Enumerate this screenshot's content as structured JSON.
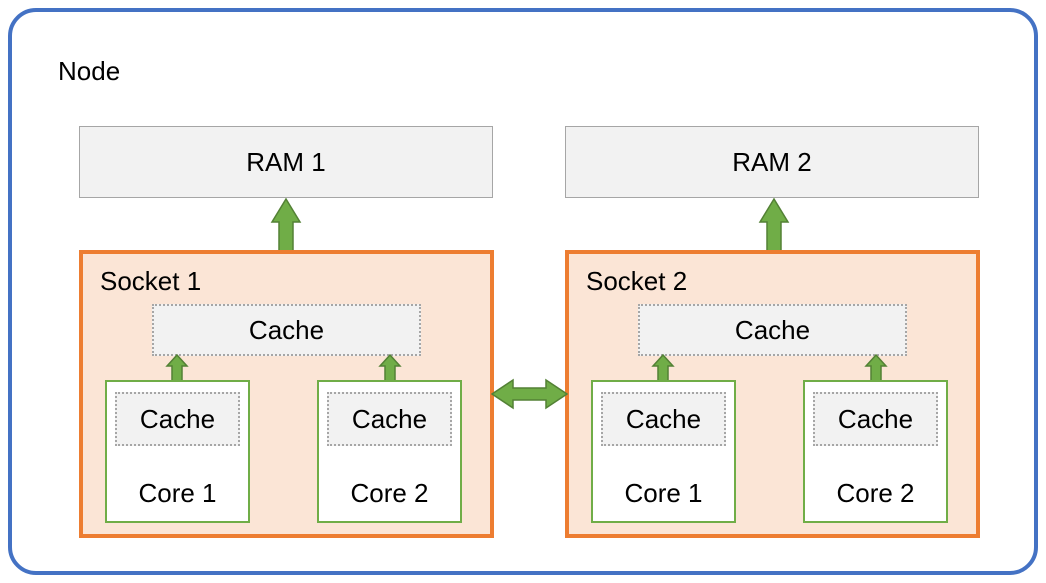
{
  "node_label": "Node",
  "rams": [
    {
      "label": "RAM 1"
    },
    {
      "label": "RAM 2"
    }
  ],
  "sockets": [
    {
      "label": "Socket 1",
      "shared_cache_label": "Cache",
      "cores": [
        {
          "cache_label": "Cache",
          "label": "Core 1"
        },
        {
          "cache_label": "Cache",
          "label": "Core 2"
        }
      ]
    },
    {
      "label": "Socket 2",
      "shared_cache_label": "Cache",
      "cores": [
        {
          "cache_label": "Cache",
          "label": "Core 1"
        },
        {
          "cache_label": "Cache",
          "label": "Core 2"
        }
      ]
    }
  ],
  "colors": {
    "node-border": "#4472C4",
    "socket-border": "#ED7D31",
    "socket-fill": "#FBE5D6",
    "ram-fill": "#F2F2F2",
    "ram-border": "#A6A6A6",
    "cache-fill": "#F2F2F2",
    "cache-border": "#A6A6A6",
    "core-border": "#70AD47",
    "arrow-fill": "#70AD47",
    "arrow-stroke": "#538135",
    "text": "#000000"
  }
}
